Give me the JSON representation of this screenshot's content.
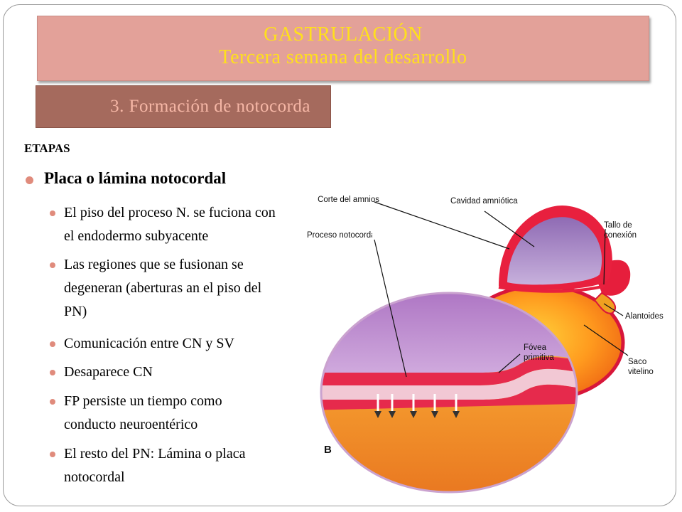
{
  "title": {
    "line1": "GASTRULACIÓN",
    "line2": "Tercera semana del desarrollo"
  },
  "subtitle": "3. Formación de notocorda",
  "stage_label": "ETAPAS",
  "heading": "Placa o lámina notocordal",
  "bullets": [
    {
      "lines": [
        "El piso del proceso N. se fuciona con",
        "el endodermo subyacente"
      ]
    },
    {
      "lines": [
        "Las regiones que se fusionan se",
        "degeneran (aberturas an el piso del",
        "PN)"
      ]
    },
    {
      "lines": [
        "Comunicación entre CN y SV"
      ]
    },
    {
      "lines": [
        "Desaparece CN"
      ]
    },
    {
      "lines": [
        "FP persiste un tiempo como",
        "conducto neuroentérico"
      ]
    },
    {
      "lines": [
        "El resto del PN: Lámina o placa",
        "notocordal"
      ]
    }
  ],
  "figure": {
    "labels": {
      "corte_amnios": "Corte del amnios",
      "cavidad_amniotica": "Cavidad amniótica",
      "tallo_1": "Tallo de",
      "tallo_2": "conexión",
      "proceso_notocordal": "Proceso notocordal",
      "alantoides": "Alantoides",
      "fovea_1": "Fóvea",
      "fovea_2": "primitiva",
      "saco_1": "Saco",
      "saco_2": "vitelino",
      "panel": "B"
    }
  },
  "colors": {
    "title_bg": "#e3a199",
    "title_text": "#ffe01c",
    "subtitle_bg": "#a56a5d",
    "subtitle_text": "#f6b7a6",
    "bullet_dot": "#e08b7c"
  }
}
